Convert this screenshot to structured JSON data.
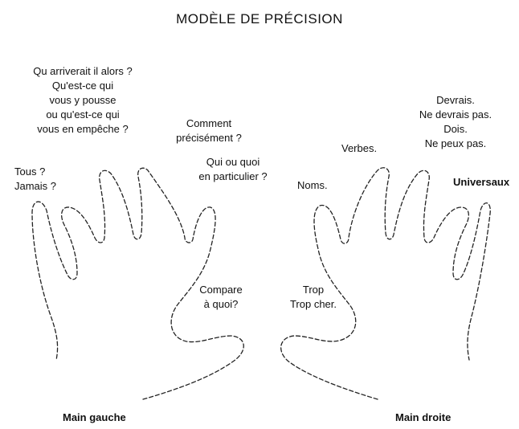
{
  "title": "MODÈLE DE PRÉCISION",
  "left_hand": {
    "question_lines": [
      "Qu arriverait il alors ?",
      "Qu'est-ce qui",
      "vous y pousse",
      "ou qu'est-ce qui",
      "vous en empêche ?"
    ],
    "all_lines": [
      "Tous ?",
      "Jamais ?"
    ],
    "how_lines": [
      "Comment",
      "précisément ?"
    ],
    "who_lines": [
      "Qui ou quoi",
      "en particulier ?"
    ],
    "compare_lines": [
      "Compare",
      "à quoi?"
    ],
    "caption": "Main gauche"
  },
  "right_hand": {
    "modal_lines": [
      "Devrais.",
      "Ne devrais pas.",
      "Dois.",
      "Ne peux pas."
    ],
    "verbs": "Verbes.",
    "nouns": "Noms.",
    "universals": "Universaux",
    "too_much_lines": [
      "Trop",
      "Trop cher."
    ],
    "caption": "Main droite"
  }
}
